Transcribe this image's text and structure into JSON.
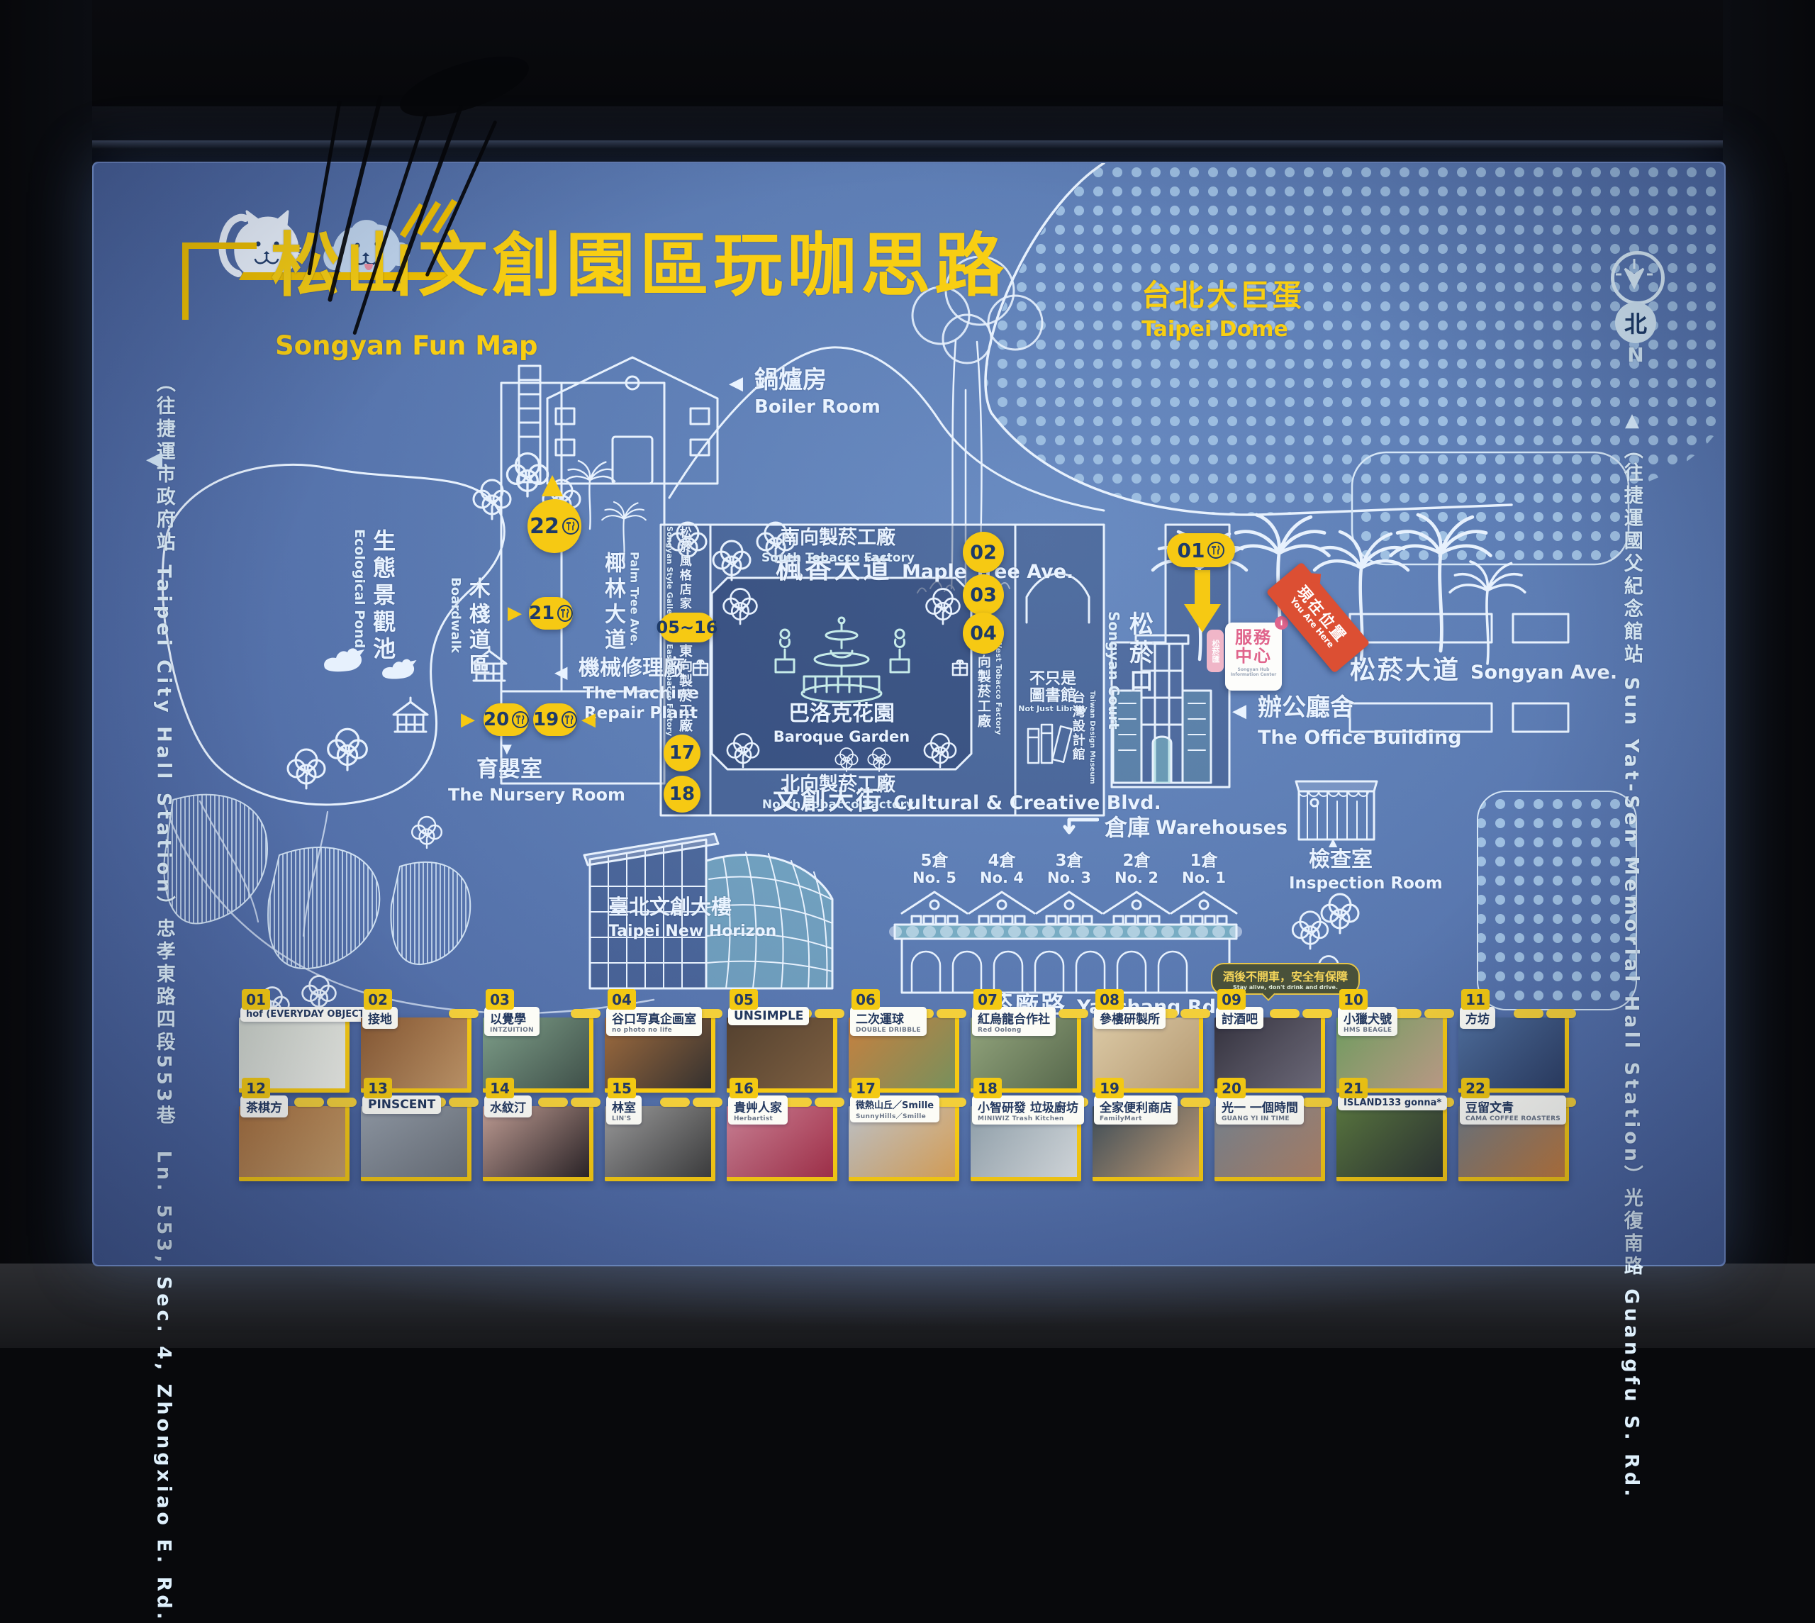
{
  "sign": {
    "title_zh": "松山文創園區玩咖思路",
    "title_en": "Songyan Fun Map",
    "compass": {
      "zh": "北",
      "en": "N"
    },
    "street_left": "（往捷運市政府站 Taipei City Hall Station）忠孝東路四段553巷　Ln. 553, Sec. 4, Zhongxiao E. Rd.",
    "street_right": "（往捷運國父紀念館站 Sun Yat-Sen Memorial Hall Station）光復南路 Guangfu S. Rd.",
    "notice": {
      "zh": "酒後不開車，安全有保障",
      "en": "Stay alive, don't drink and drive."
    }
  },
  "map": {
    "taipei_dome": {
      "zh": "台北大巨蛋",
      "en": "Taipei Dome"
    },
    "boiler": {
      "zh": "鍋爐房",
      "en": "Boiler Room"
    },
    "maple": {
      "zh": "楓香大道",
      "en": "Maple Tree Ave."
    },
    "pond": {
      "zh": "生態景觀池",
      "en": "Ecological Pond"
    },
    "boardwalk": {
      "zh": "木棧道區",
      "en": "Boardwalk"
    },
    "palm": {
      "zh": "椰林大道",
      "en": "Palm Tree Ave."
    },
    "machine": {
      "zh": "機械修理廠",
      "en1": "The Machine",
      "en2": "Repair Plant"
    },
    "nursery": {
      "zh": "育嬰室",
      "en": "The Nursery Room"
    },
    "style_gallery": {
      "zh": "松菸風格店家",
      "en": "Songyan Style Gallery"
    },
    "south": {
      "zh": "南向製菸工廠",
      "en": "South Tobacco Factory"
    },
    "north": {
      "zh": "北向製菸工廠",
      "en": "North Tobacco Factory"
    },
    "east": {
      "zh": "東向製菸工廠",
      "en": "East Tobacco Factory"
    },
    "west": {
      "zh": "西向製菸工廠",
      "en": "West Tobacco Factory"
    },
    "baroque": {
      "zh": "巴洛克花園",
      "en": "Baroque Garden"
    },
    "library": {
      "zh1": "不只是",
      "zh2": "圖書館",
      "en": "Not Just Library"
    },
    "tdm": {
      "zh": "台灣設計館",
      "en": "Taiwan Design Museum"
    },
    "court": {
      "zh": "松菸口",
      "en": "Songyan Court"
    },
    "service": {
      "bubble": "松菸匯",
      "zh": "服務中心",
      "en": "Songyan Hub Information Center",
      "info": "i"
    },
    "here": {
      "zh": "現在位置",
      "en": "You Are Here"
    },
    "office": {
      "zh": "辦公廳舍",
      "en": "The Office Building"
    },
    "ave": {
      "zh": "松菸大道",
      "en": "Songyan Ave."
    },
    "warehouses": {
      "zh": "倉庫",
      "en": "Warehouses"
    },
    "units": [
      {
        "zh": "5倉",
        "en": "No. 5"
      },
      {
        "zh": "4倉",
        "en": "No. 4"
      },
      {
        "zh": "3倉",
        "en": "No. 3"
      },
      {
        "zh": "2倉",
        "en": "No. 2"
      },
      {
        "zh": "1倉",
        "en": "No. 1"
      }
    ],
    "inspection": {
      "zh": "檢查室",
      "en": "Inspection Room"
    },
    "yanchang": {
      "zh": "菸廠路",
      "en": "Yanchang Rd."
    },
    "blvd": {
      "zh": "文創大街",
      "en": "Cultural & Creative Blvd."
    },
    "tnh": {
      "zh": "臺北文創大樓",
      "en": "Taipei New Horizon"
    },
    "badges": {
      "b01": "01",
      "b02": "02",
      "b03": "03",
      "b04": "04",
      "b0516": "05~16",
      "b17": "17",
      "b18": "18",
      "b19": "19",
      "b20": "20",
      "b21": "21",
      "b22": "22"
    }
  },
  "colors": {
    "accent_yellow": "#f6c913",
    "board_blue": "#5578b0",
    "line_white": "#e8f2ff",
    "dome_dot": "#9fc0e2",
    "red_tag": "#dc4f33",
    "teal": "#8fd4d0",
    "pink": "#e0648c"
  },
  "stores": [
    {
      "num": "01",
      "zh": "hof (EVERYDAY OBJECT)",
      "en": "",
      "tags": 1,
      "c": [
        "#c9cfc6",
        "#edeee8"
      ]
    },
    {
      "num": "02",
      "zh": "接地",
      "en": "",
      "tags": 1,
      "c": [
        "#8a5a33",
        "#c09668"
      ]
    },
    {
      "num": "03",
      "zh": "以覺學",
      "en": "INTZUITION",
      "tags": 1,
      "c": [
        "#7fa08a",
        "#40514a"
      ]
    },
    {
      "num": "04",
      "zh": "谷口写真企画室",
      "en": "no photo no life",
      "tags": 1,
      "c": [
        "#a06c3e",
        "#35312f"
      ]
    },
    {
      "num": "05",
      "zh": "UNSIMPLE",
      "en": "",
      "tags": 2,
      "c": [
        "#54412f",
        "#7d5f41"
      ]
    },
    {
      "num": "06",
      "zh": "二次運球",
      "en": "DOUBLE DRIBBLE",
      "tags": 2,
      "c": [
        "#c7803f",
        "#78905c"
      ]
    },
    {
      "num": "07",
      "zh": "紅烏龍合作社",
      "en": "Red Oolong",
      "tags": 2,
      "c": [
        "#93a57d",
        "#57684c"
      ]
    },
    {
      "num": "08",
      "zh": "參樓研製所",
      "en": "",
      "tags": 2,
      "c": [
        "#dccaa6",
        "#b59a73"
      ]
    },
    {
      "num": "09",
      "zh": "討酒吧",
      "en": "",
      "tags": 2,
      "c": [
        "#34323e",
        "#6e6b7a"
      ]
    },
    {
      "num": "10",
      "zh": "小獵犬號",
      "en": "HMS BEAGLE",
      "tags": 2,
      "c": [
        "#6f9d5f",
        "#c8a58d"
      ]
    },
    {
      "num": "11",
      "zh": "方坊",
      "en": "",
      "tags": 2,
      "c": [
        "#50709f",
        "#2e4066"
      ]
    },
    {
      "num": "12",
      "zh": "茶棋方",
      "en": "",
      "tags": 2,
      "c": [
        "#a9713d",
        "#c9a06c"
      ]
    },
    {
      "num": "13",
      "zh": "PINSCENT",
      "en": "",
      "tags": 2,
      "c": [
        "#9aa3ad",
        "#6e747c"
      ]
    },
    {
      "num": "14",
      "zh": "水紋汀",
      "en": "",
      "tags": 2,
      "c": [
        "#c9a499",
        "#2d2527"
      ]
    },
    {
      "num": "15",
      "zh": "林室",
      "en": "LIN'S",
      "tags": 2,
      "c": [
        "#9c9c9c",
        "#3e3e3e"
      ]
    },
    {
      "num": "16",
      "zh": "貴艸人家",
      "en": "Herbartist",
      "tags": 2,
      "c": [
        "#c88094",
        "#a23049"
      ]
    },
    {
      "num": "17",
      "zh": "微熱山丘／Smille",
      "en": "SunnyHills／Smille",
      "tags": 1,
      "c": [
        "#b9bec4",
        "#d8a159"
      ]
    },
    {
      "num": "18",
      "zh": "小智研發 垃圾廚坊",
      "en": "MINIWIZ Trash Kitchen",
      "tags": 1,
      "c": [
        "#8a9aa5",
        "#d7dcdf"
      ]
    },
    {
      "num": "19",
      "zh": "全家便利商店",
      "en": "FamilyMart",
      "tags": 1,
      "c": [
        "#3b4b56",
        "#c9a279"
      ]
    },
    {
      "num": "20",
      "zh": "光一 一個時間",
      "en": "GUANG YI IN TIME",
      "tags": 1,
      "c": [
        "#76828e",
        "#b3866a"
      ]
    },
    {
      "num": "21",
      "zh": "ISLAND133 gonna*",
      "en": "",
      "tags": 1,
      "c": [
        "#5c7a3f",
        "#313834"
      ]
    },
    {
      "num": "22",
      "zh": "豆留文青",
      "en": "CAMA COFFEE ROASTERS",
      "tags": 1,
      "c": [
        "#707c86",
        "#c87f3e"
      ]
    }
  ]
}
